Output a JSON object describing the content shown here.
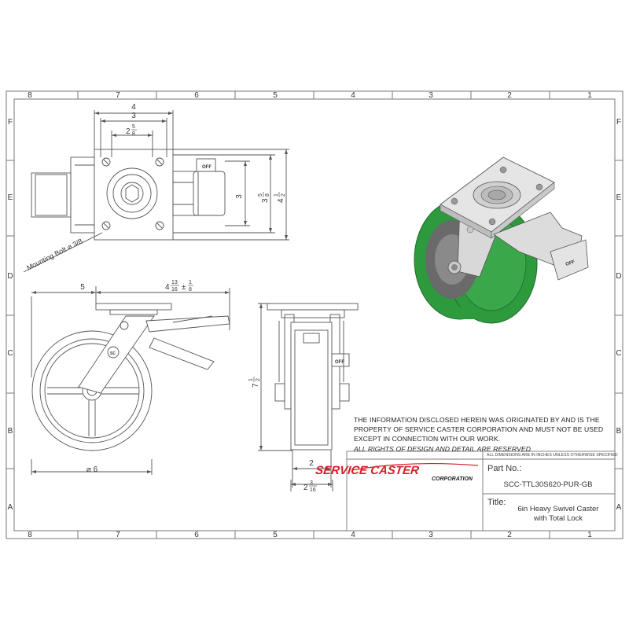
{
  "border": {
    "columns": [
      "8",
      "7",
      "6",
      "5",
      "4",
      "3",
      "2",
      "1"
    ],
    "rows": [
      "F",
      "E",
      "D",
      "C",
      "B",
      "A"
    ]
  },
  "dimensions": {
    "top_width_4": "4",
    "top_width_3": "3",
    "bolt_spacing_whole": "2",
    "bolt_spacing_num": "5",
    "bolt_spacing_den": "8",
    "side_3": "3",
    "side_358_whole": "3",
    "side_358_num": "5",
    "side_358_den": "8",
    "side_412_whole": "4",
    "side_412_num": "1",
    "side_412_den": "2",
    "mounting_bolt": "Mounting Bolt  ⌀ 3/8",
    "offset_5": "5",
    "offset_413_whole": "4",
    "offset_413_num": "13",
    "offset_413_den": "16",
    "offset_tol_pm": "±",
    "offset_tol_num": "1",
    "offset_tol_den": "8",
    "height_whole": "7",
    "height_num": "1",
    "height_den": "2",
    "diameter": "⌀ 6",
    "wheel_width": "2",
    "overall_width_whole": "2",
    "overall_width_num": "3",
    "overall_width_den": "16",
    "off_label": "OFF",
    "sc_label": "SC"
  },
  "notice": [
    "THE INFORMATION DISCLOSED HEREIN WAS ORIGINATED BY AND IS THE",
    "PROPERTY OF SERVICE CASTER CORPORATION AND MUST NOT BE USED",
    "EXCEPT IN CONNECTION WITH OUR WORK.",
    "ALL RIGHTS OF DESIGN AND DETAIL ARE RESERVED"
  ],
  "title_block": {
    "dimension_note": "ALL DIMENSIONS ARE IN INCHES UNLESS OTHERWISE SPECIFIED",
    "logo_main": "SERVICE CASTER",
    "logo_sub": "CORPORATION",
    "part_no_label": "Part No.:",
    "part_no": "SCC-TTL30S620-PUR-GB",
    "title_label": "Title:",
    "title_line1": "6in Heavy Swivel Caster",
    "title_line2": "with Total Lock"
  },
  "colors": {
    "line": "#555555",
    "wheel_tread": "#2e9a3e",
    "logo_red": "#d4202a"
  }
}
